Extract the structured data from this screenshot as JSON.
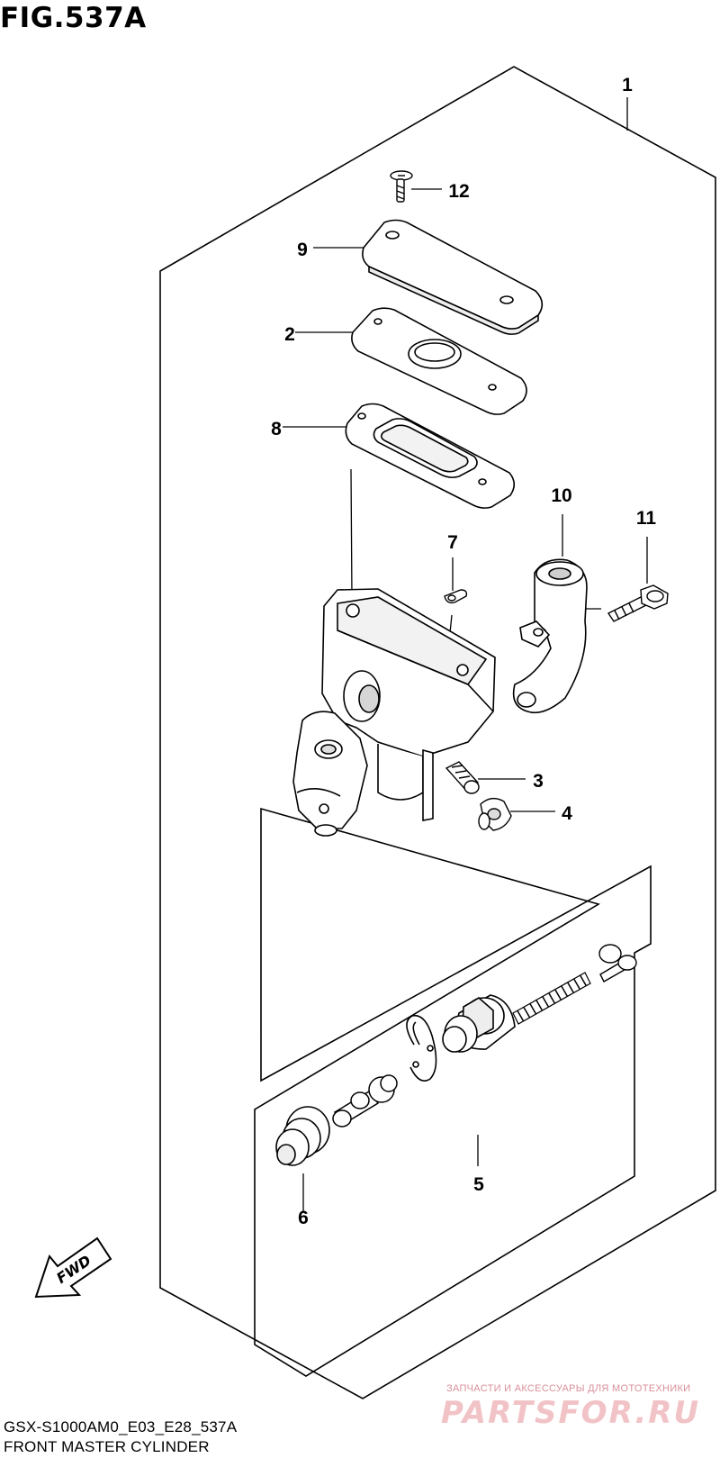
{
  "figure": {
    "title": "FIG.537A",
    "code": "GSX-S1000AM0_E03_E28_537A",
    "name": "FRONT MASTER CYLINDER"
  },
  "callouts": {
    "c1": "1",
    "c2": "2",
    "c3": "3",
    "c4": "4",
    "c5": "5",
    "c6": "6",
    "c7": "7",
    "c8": "8",
    "c9": "9",
    "c10": "10",
    "c11": "11",
    "c12": "12"
  },
  "direction_marker": "FWD",
  "watermark": {
    "tagline": "ЗАПЧАСТИ И АКСЕССУАРЫ ДЛЯ МОТОТЕХНИКИ",
    "logo": "PARTSFOR.RU"
  }
}
